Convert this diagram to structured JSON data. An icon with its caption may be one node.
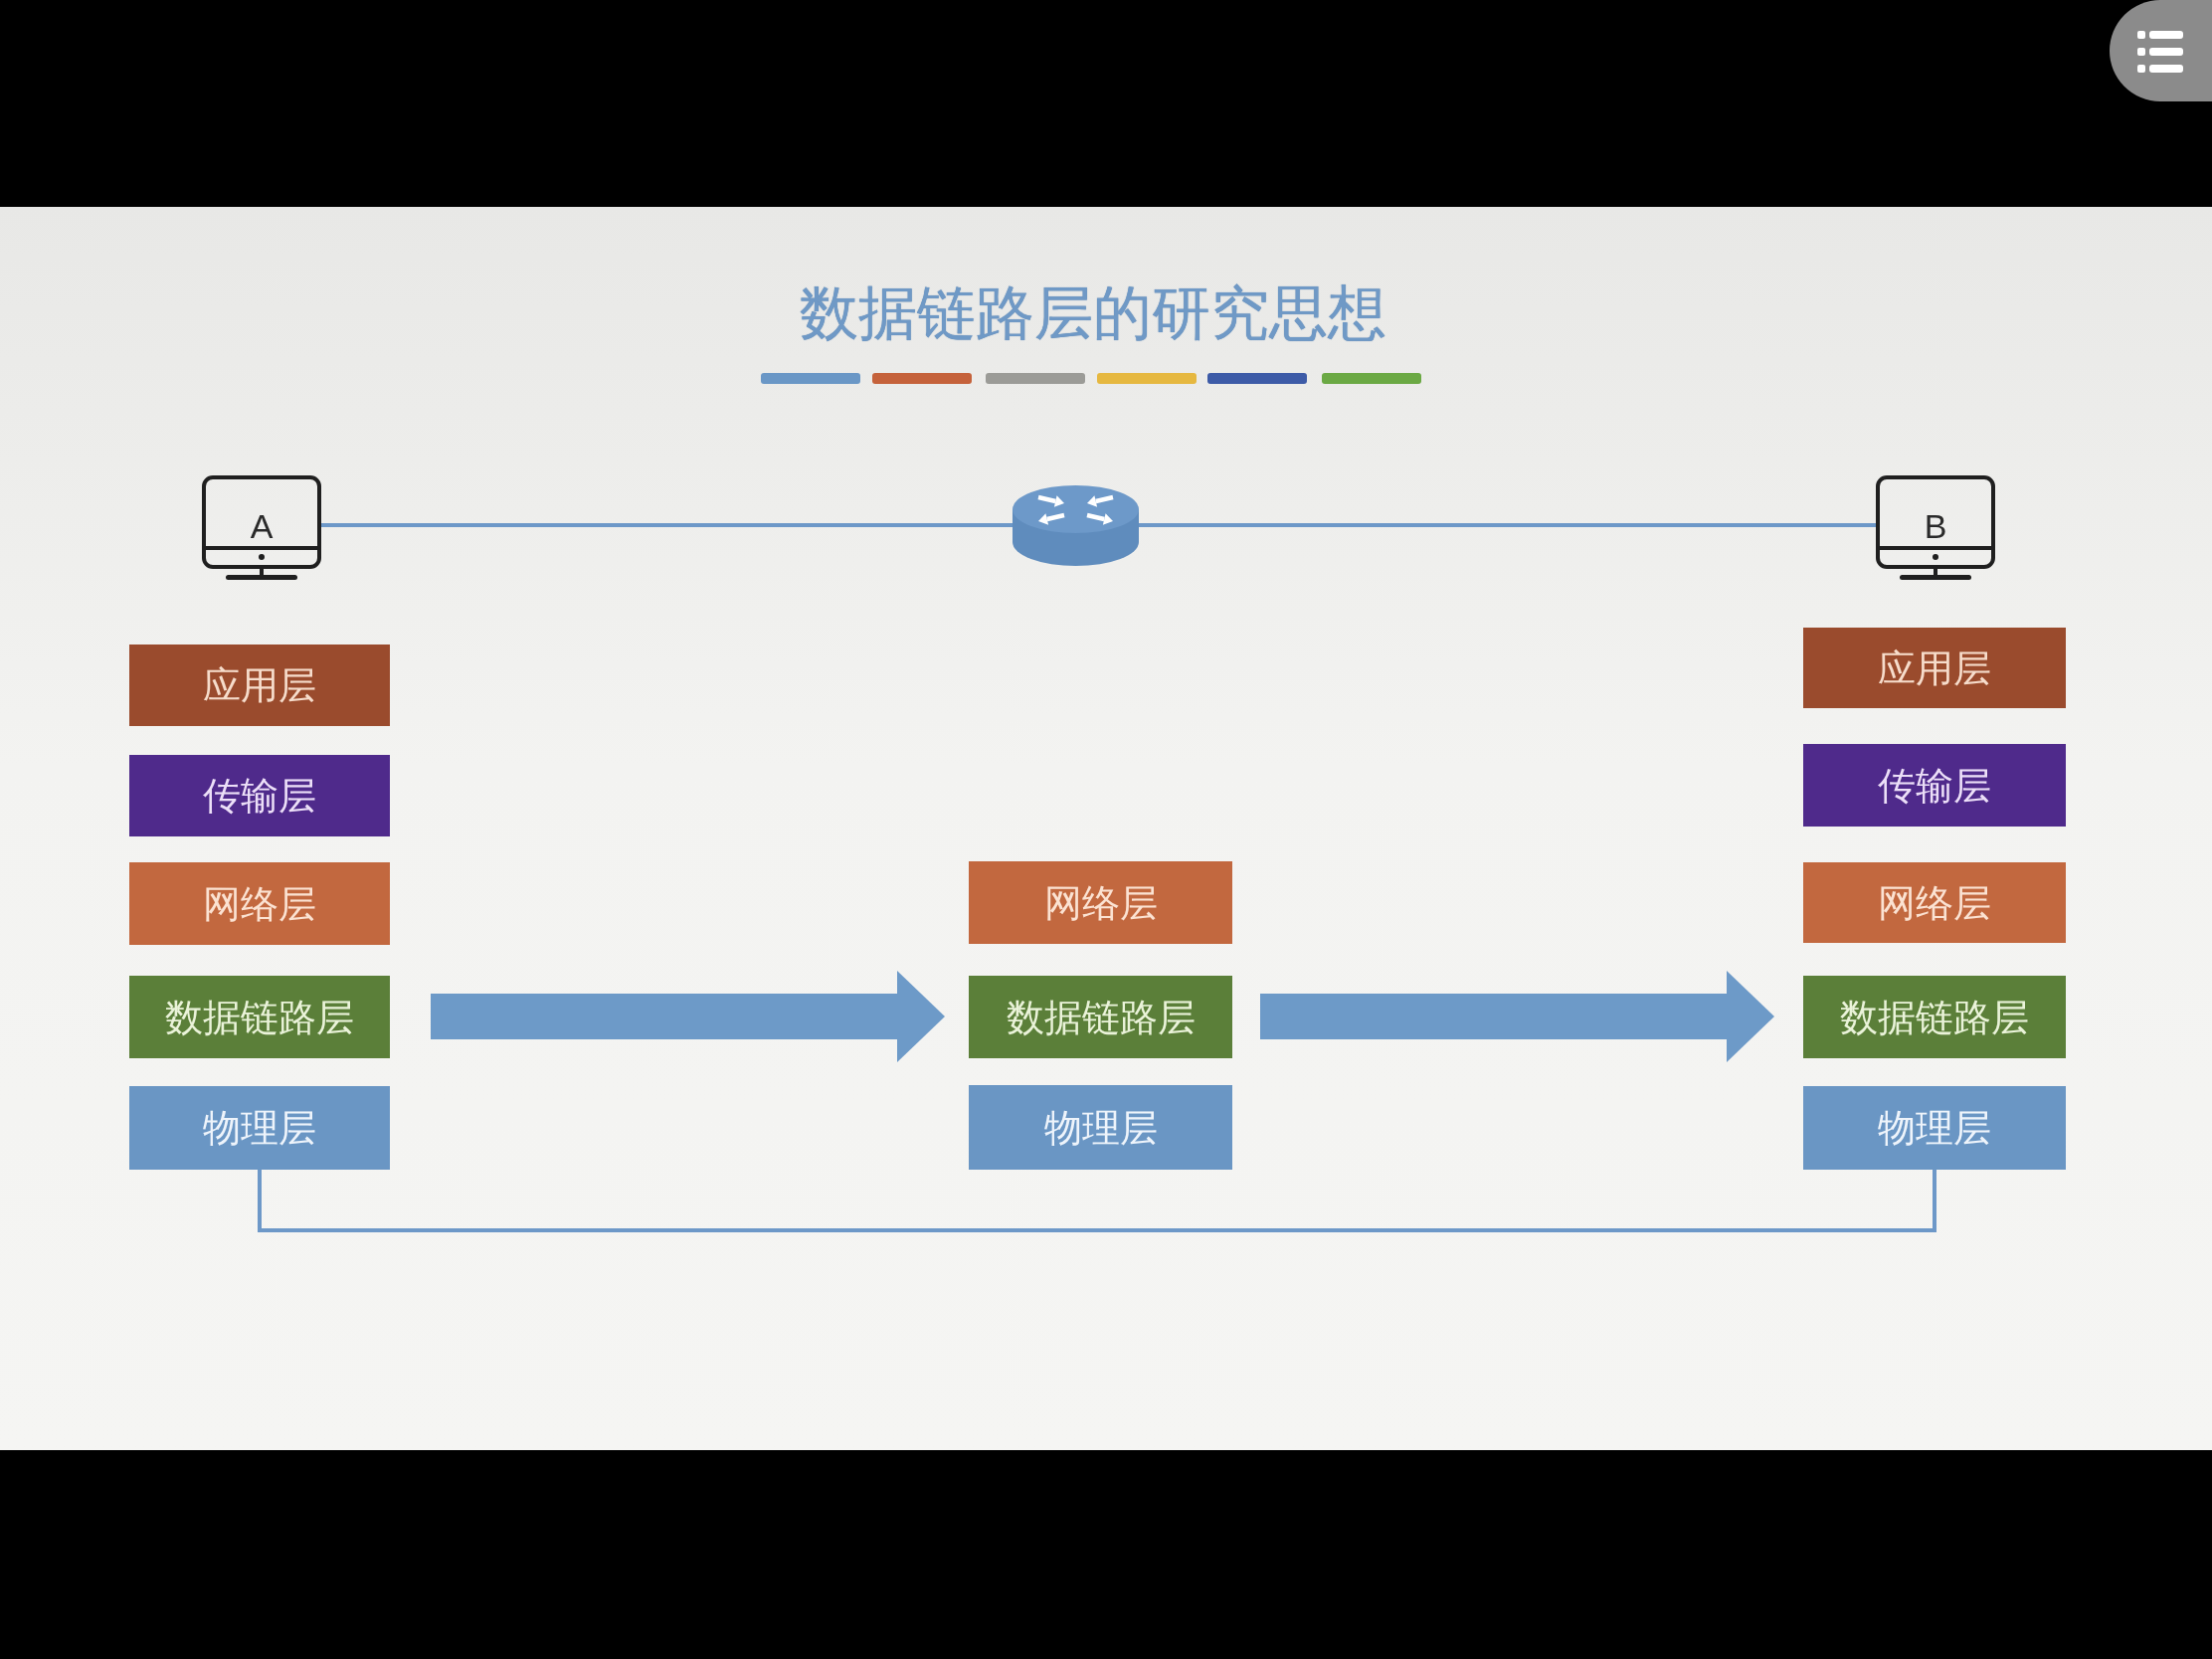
{
  "diagram": {
    "title": "数据链路层的研究思想",
    "nodes": [
      {
        "text": [
          "A"
        ]
      },
      {
        "text": [],
        "shape": "picture"
      },
      {
        "text": [
          "B"
        ]
      },
      {
        "text": [
          "应用层"
        ]
      },
      {
        "text": [
          "传输层"
        ]
      },
      {
        "text": [
          "网络层"
        ]
      },
      {
        "text": [
          "数据链路层"
        ]
      },
      {
        "text": [
          "物理层"
        ]
      },
      {
        "text": [
          "网络层"
        ]
      },
      {
        "text": [
          "数据链路层"
        ]
      },
      {
        "text": [
          "物理层"
        ]
      },
      {
        "text": [
          "应用层"
        ]
      },
      {
        "text": [
          "传输层"
        ]
      },
      {
        "text": [
          "网络层"
        ]
      },
      {
        "text": [
          "数据链路层"
        ]
      },
      {
        "text": [
          "物理层"
        ]
      }
    ],
    "edges": [
      {
        "from": 0,
        "to": 1,
        "arrow": "none"
      },
      {
        "from": 1,
        "to": 2,
        "arrow": "none"
      },
      {
        "from": 6,
        "to": 9,
        "arrow": "to",
        "style": "thick"
      },
      {
        "from": 9,
        "to": 14,
        "arrow": "to",
        "style": "thick"
      },
      {
        "from": 7,
        "to": 15,
        "arrow": "none"
      }
    ]
  }
}
